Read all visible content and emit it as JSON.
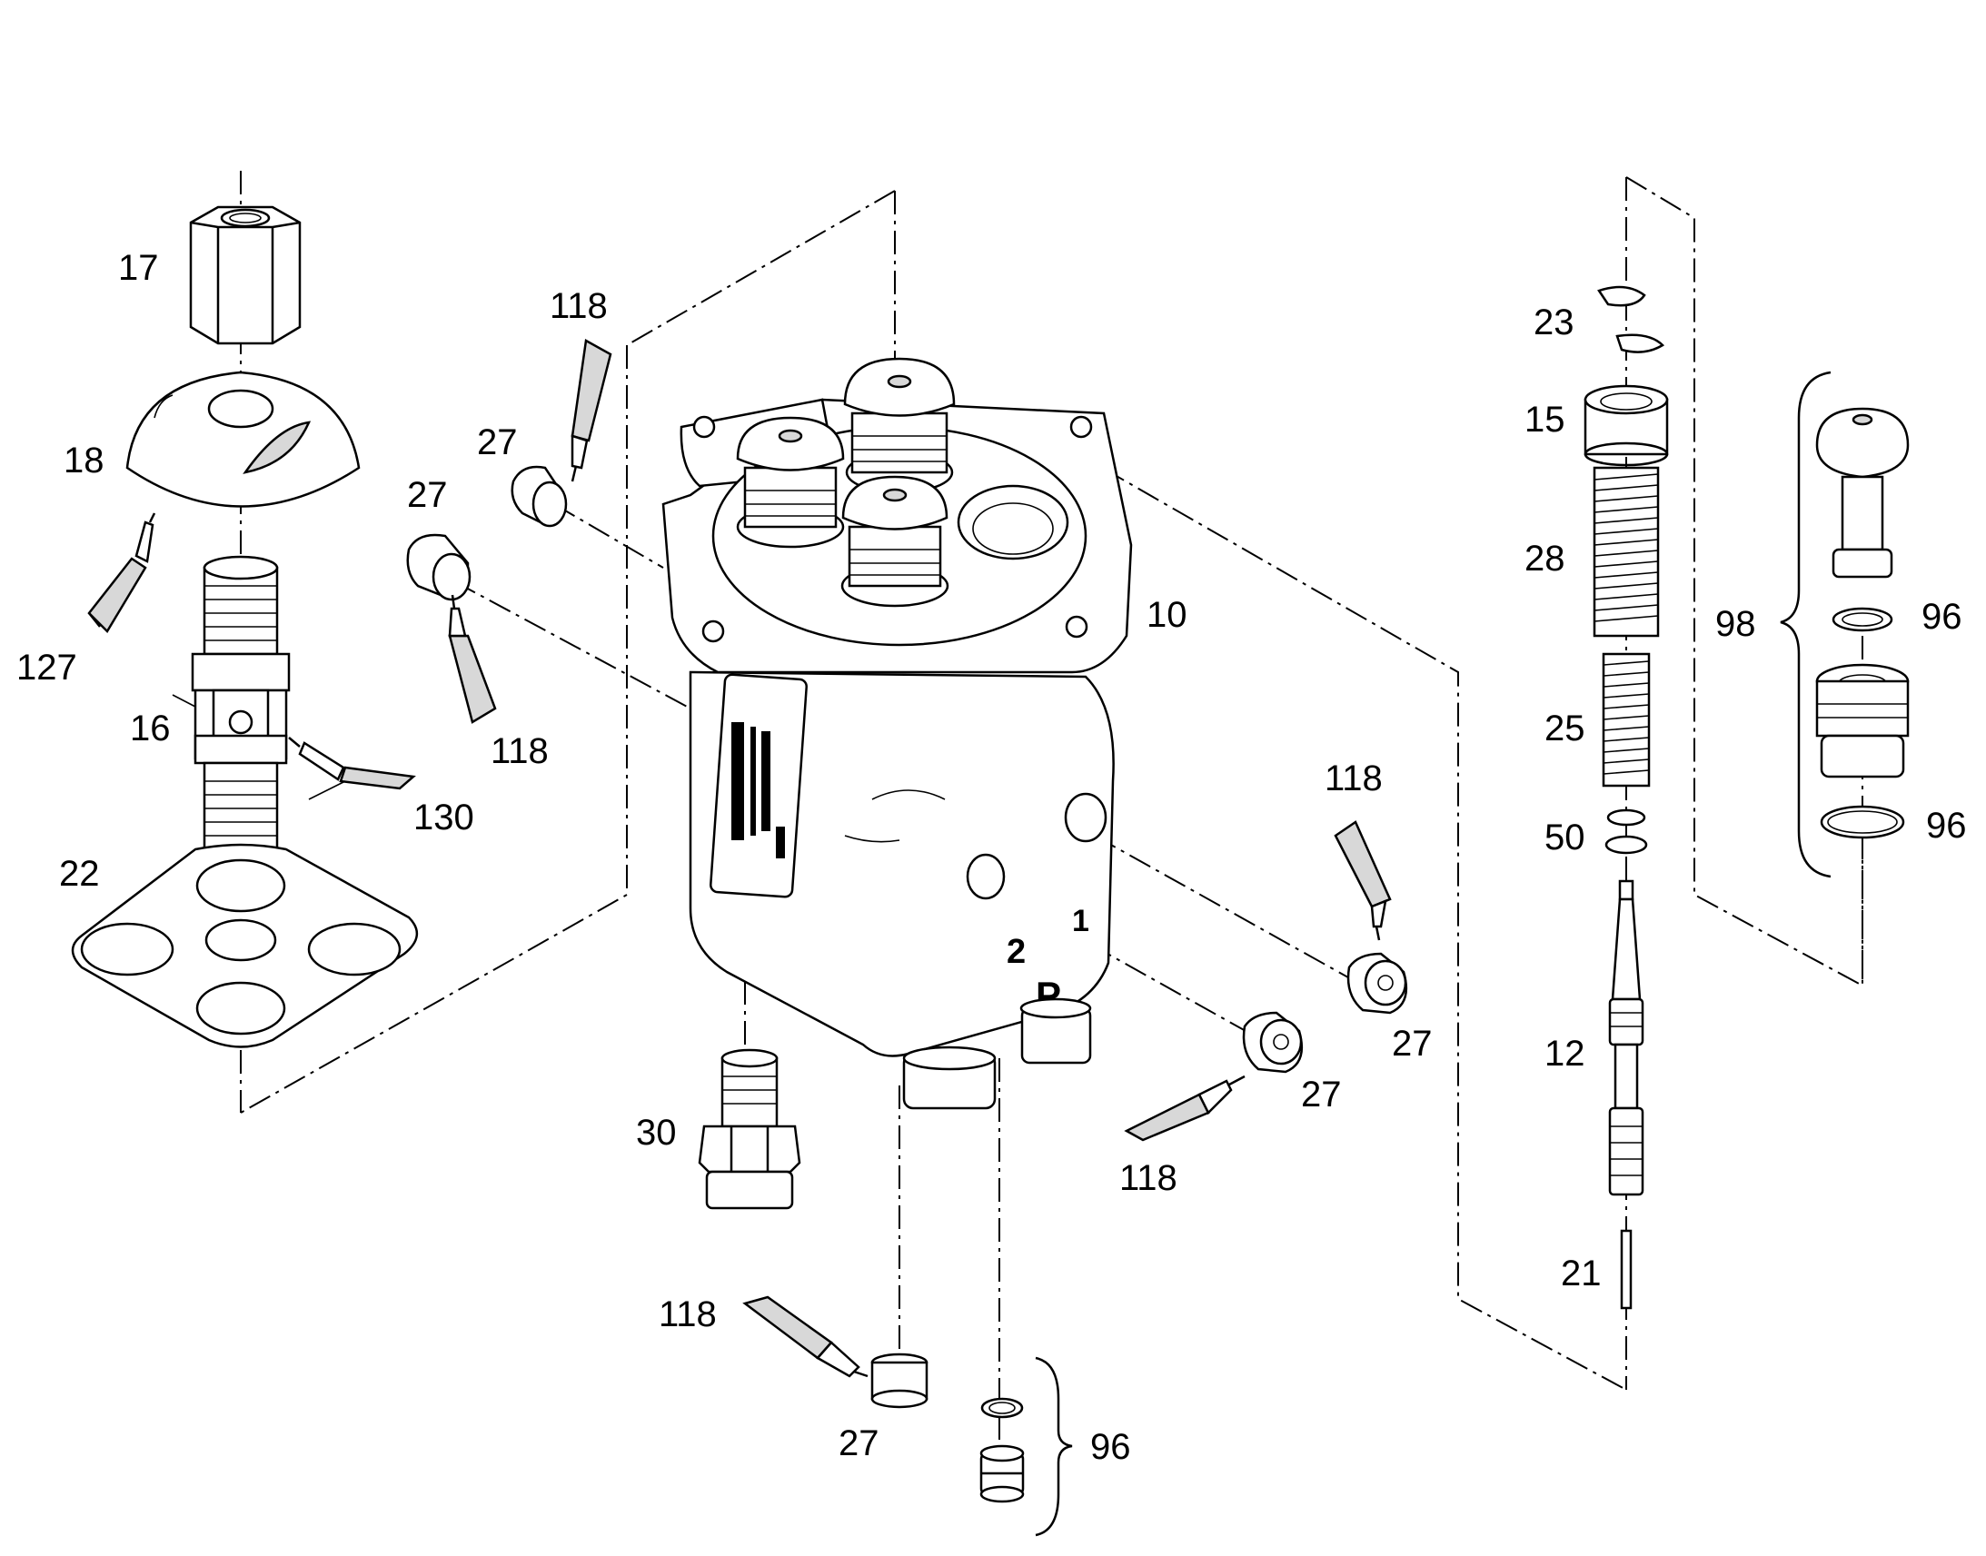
{
  "callouts": [
    {
      "id": "17",
      "label": "17"
    },
    {
      "id": "18",
      "label": "18"
    },
    {
      "id": "127",
      "label": "127"
    },
    {
      "id": "16",
      "label": "16"
    },
    {
      "id": "130",
      "label": "130"
    },
    {
      "id": "22",
      "label": "22"
    },
    {
      "id": "118-a",
      "label": "118"
    },
    {
      "id": "27-a",
      "label": "27"
    },
    {
      "id": "27-b",
      "label": "27"
    },
    {
      "id": "118-b",
      "label": "118"
    },
    {
      "id": "10",
      "label": "10"
    },
    {
      "id": "118-c",
      "label": "118"
    },
    {
      "id": "27-c",
      "label": "27"
    },
    {
      "id": "27-d",
      "label": "27"
    },
    {
      "id": "118-d",
      "label": "118"
    },
    {
      "id": "30",
      "label": "30"
    },
    {
      "id": "118-e",
      "label": "118"
    },
    {
      "id": "27-e",
      "label": "27"
    },
    {
      "id": "96-a",
      "label": "96"
    },
    {
      "id": "23",
      "label": "23"
    },
    {
      "id": "15",
      "label": "15"
    },
    {
      "id": "28",
      "label": "28"
    },
    {
      "id": "25",
      "label": "25"
    },
    {
      "id": "50",
      "label": "50"
    },
    {
      "id": "12",
      "label": "12"
    },
    {
      "id": "21",
      "label": "21"
    },
    {
      "id": "98",
      "label": "98"
    },
    {
      "id": "96-b",
      "label": "96"
    },
    {
      "id": "96-c",
      "label": "96"
    }
  ],
  "port_markings": {
    "port_1": "1",
    "port_2": "2",
    "port_p": "P"
  }
}
